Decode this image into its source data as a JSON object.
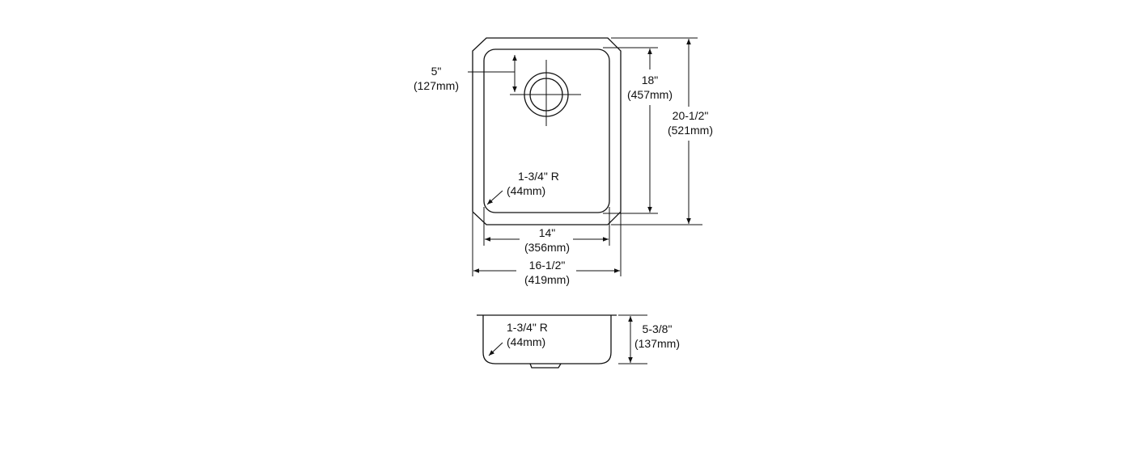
{
  "dimensions": {
    "drain_offset": {
      "imperial": "5\"",
      "metric": "(127mm)"
    },
    "inner_length": {
      "imperial": "18\"",
      "metric": "(457mm)"
    },
    "outer_length": {
      "imperial": "20-1/2\"",
      "metric": "(521mm)"
    },
    "corner_radius_plan": {
      "imperial": "1-3/4\" R",
      "metric": "(44mm)"
    },
    "inner_width": {
      "imperial": "14\"",
      "metric": "(356mm)"
    },
    "outer_width": {
      "imperial": "16-1/2\"",
      "metric": "(419mm)"
    },
    "corner_radius_section": {
      "imperial": "1-3/4\" R",
      "metric": "(44mm)"
    },
    "bowl_depth": {
      "imperial": "5-3/8\"",
      "metric": "(137mm)"
    }
  }
}
